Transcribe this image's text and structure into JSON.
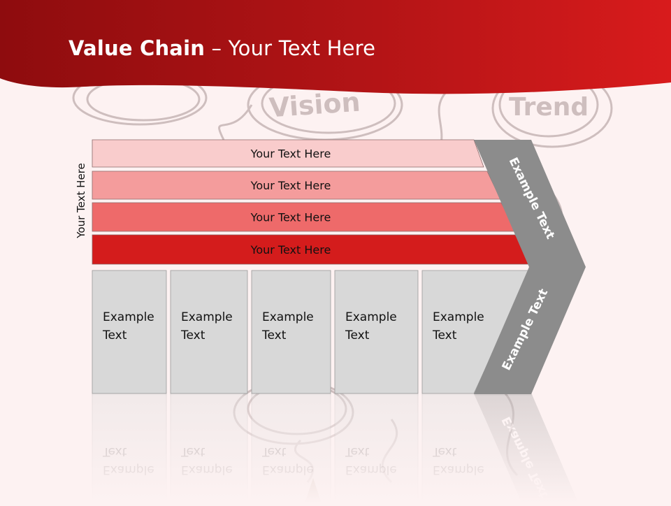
{
  "slide": {
    "title_bold": "Value Chain",
    "title_rest": " – Your Text Here",
    "side_label": "Your Text Here",
    "bands": [
      {
        "label": "Your Text Here",
        "color": "#f9cccc"
      },
      {
        "label": "Your Text Here",
        "color": "#f49c9c"
      },
      {
        "label": "Your Text Here",
        "color": "#ee6a6a"
      },
      {
        "label": "Your Text Here",
        "color": "#d41c1c"
      }
    ],
    "boxes": [
      {
        "line1": "Example",
        "line2": "Text"
      },
      {
        "line1": "Example",
        "line2": "Text"
      },
      {
        "line1": "Example",
        "line2": "Text"
      },
      {
        "line1": "Example",
        "line2": "Text"
      },
      {
        "line1": "Example",
        "line2": "Text"
      }
    ],
    "chevron_top_label": "Example Text",
    "chevron_bottom_label": "Example Text",
    "background_words": [
      "Vision",
      "Trend"
    ],
    "colors": {
      "header_red": "#c8191b",
      "chevron_gray": "#8c8c8c",
      "box_gray": "#d8d8d8"
    }
  }
}
